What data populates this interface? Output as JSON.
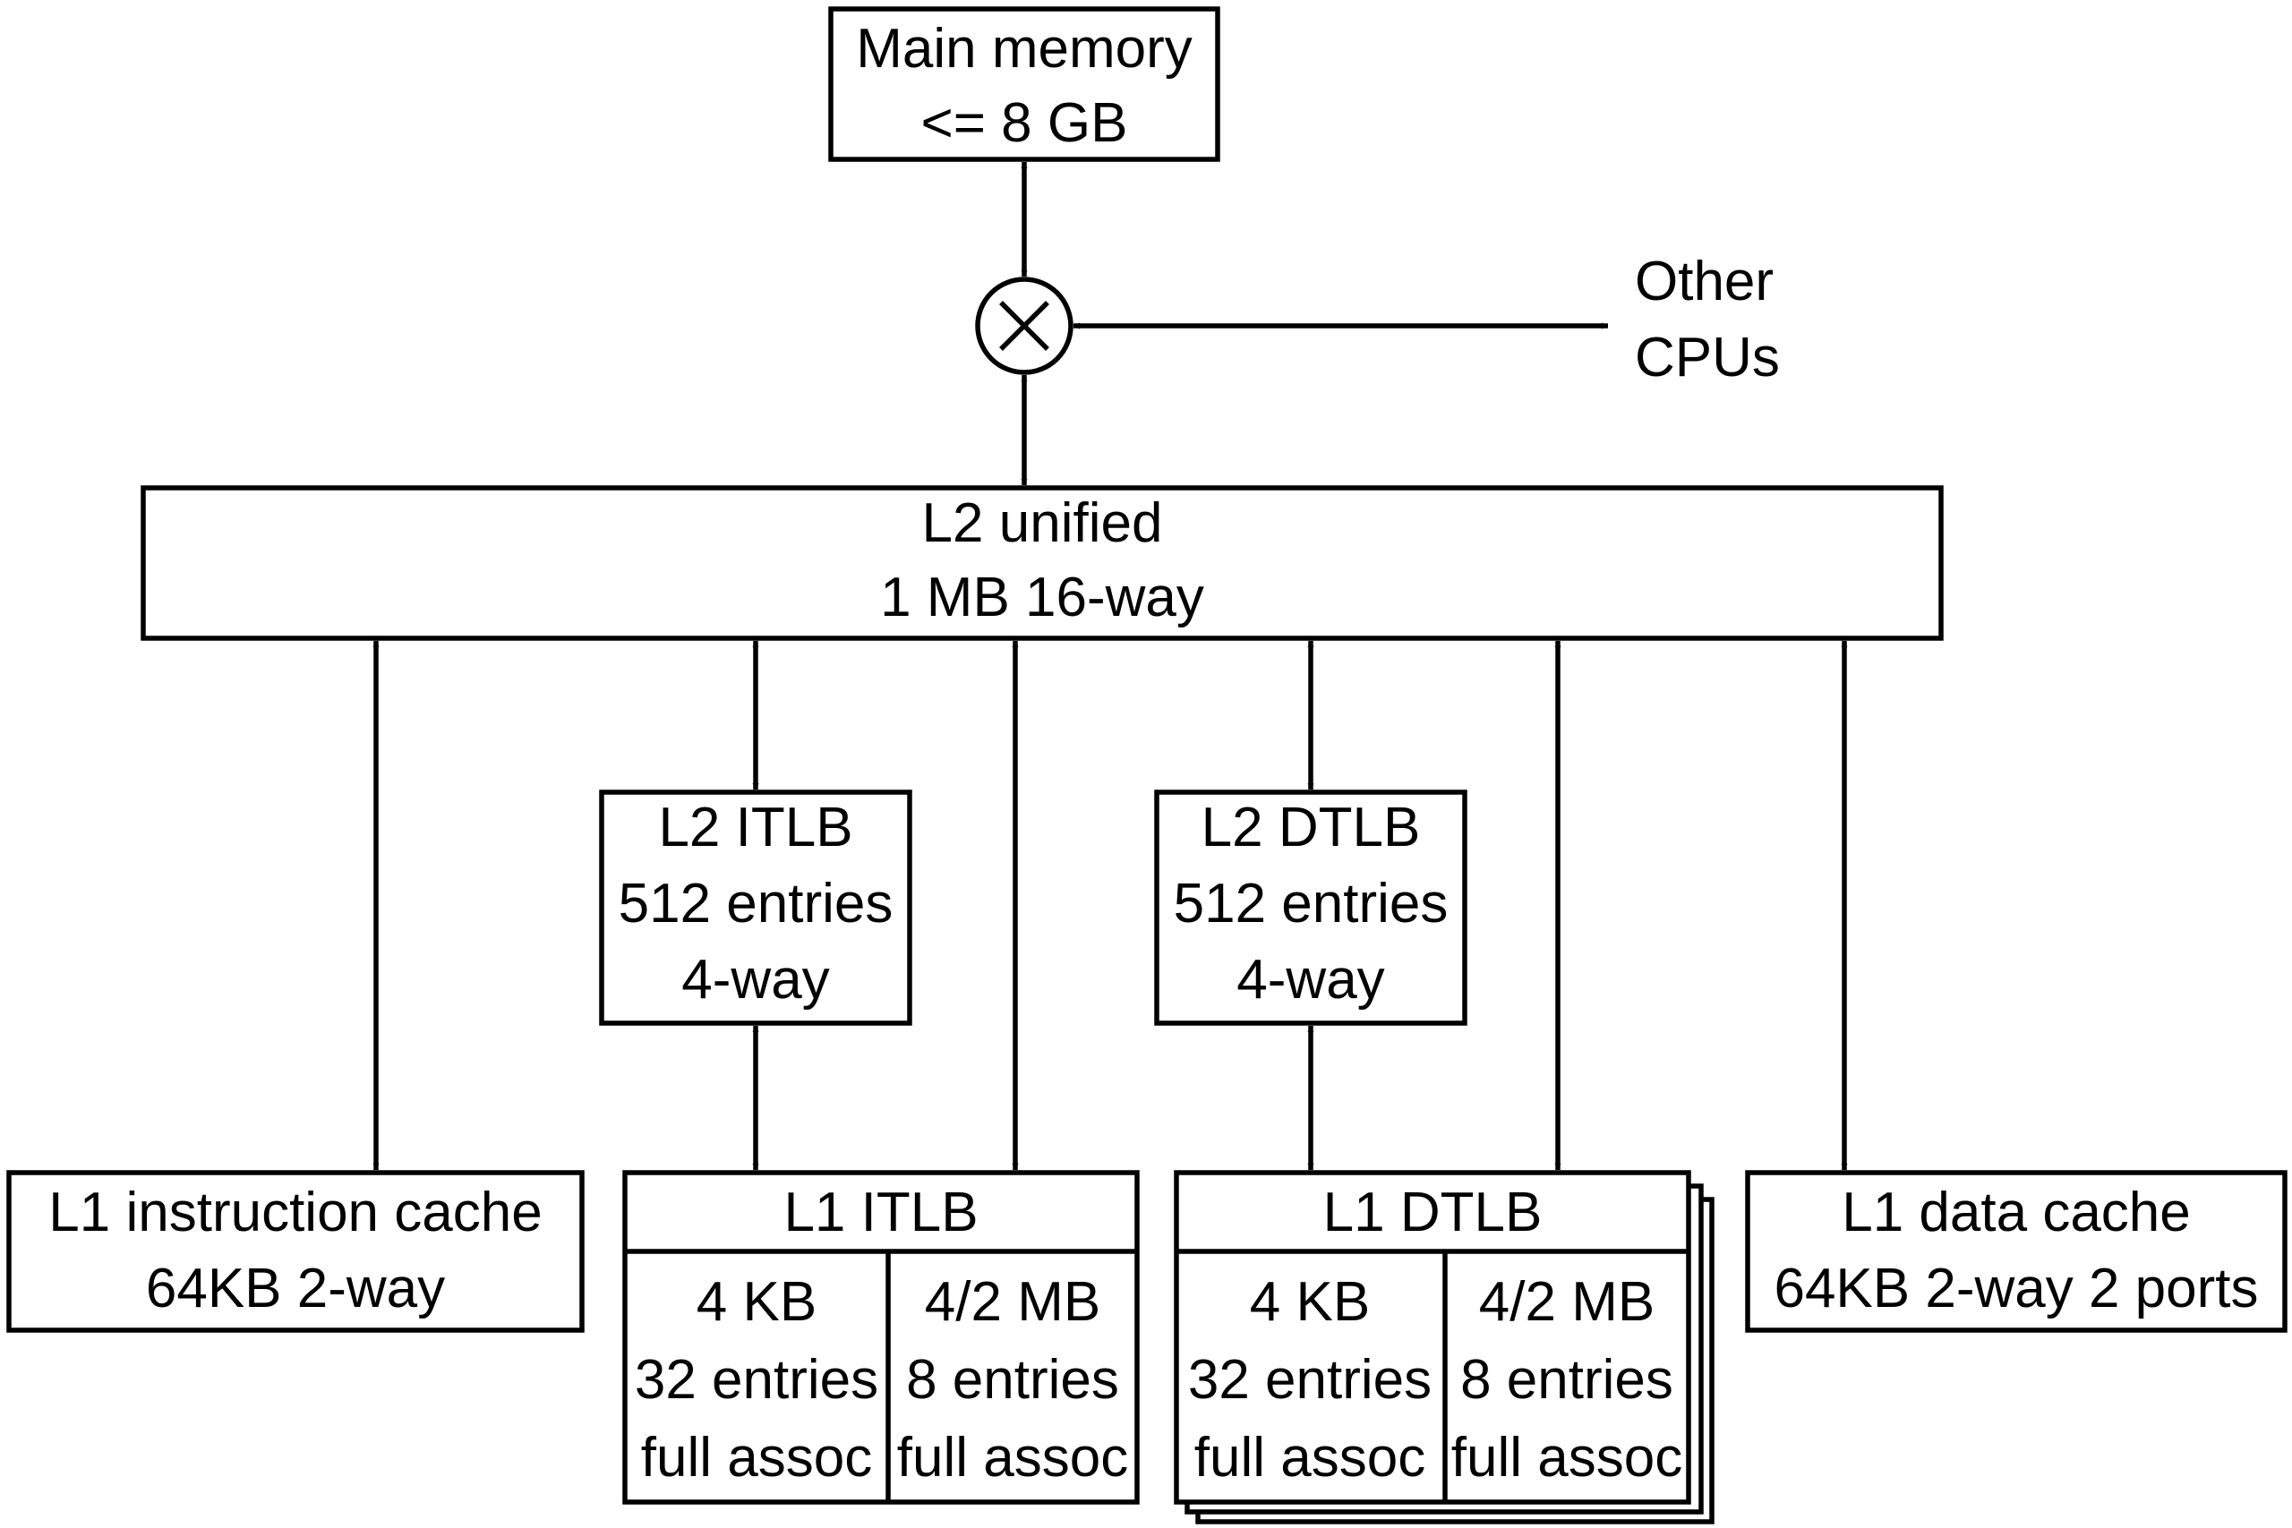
{
  "main_memory": {
    "title": "Main memory",
    "size": "<= 8 GB"
  },
  "crossbar": {
    "symbol": "×",
    "icon": "crossbar-switch-icon"
  },
  "other_cpus": {
    "line1": "Other",
    "line2": "CPUs"
  },
  "l2_unified": {
    "title": "L2 unified",
    "spec": "1 MB 16-way"
  },
  "l2_itlb": {
    "title": "L2 ITLB",
    "entries": "512 entries",
    "assoc": "4-way"
  },
  "l2_dtlb": {
    "title": "L2 DTLB",
    "entries": "512 entries",
    "assoc": "4-way"
  },
  "l1_icache": {
    "title": "L1 instruction cache",
    "spec": "64KB 2-way"
  },
  "l1_dcache": {
    "title": "L1 data cache",
    "spec": "64KB 2-way 2 ports"
  },
  "l1_itlb": {
    "title": "L1 ITLB",
    "col_4kb": {
      "page": "4 KB",
      "entries": "32 entries",
      "assoc": "full assoc"
    },
    "col_4_2mb": {
      "page": "4/2 MB",
      "entries": "8 entries",
      "assoc": "full assoc"
    }
  },
  "l1_dtlb": {
    "title": "L1 DTLB",
    "col_4kb": {
      "page": "4 KB",
      "entries": "32 entries",
      "assoc": "full assoc"
    },
    "col_4_2mb": {
      "page": "4/2 MB",
      "entries": "8 entries",
      "assoc": "full assoc"
    }
  }
}
